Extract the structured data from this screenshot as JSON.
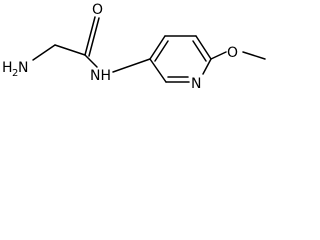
{
  "molecule": {
    "atoms": {
      "oxygen_carbonyl": "O",
      "amine_n": "N",
      "amine_h": "H",
      "amine_h_count": "2",
      "amide_nh": "NH",
      "ring_n": "N",
      "methoxy_o": "O"
    }
  },
  "colors": {
    "bond": "#000000",
    "background": "#ffffff"
  }
}
